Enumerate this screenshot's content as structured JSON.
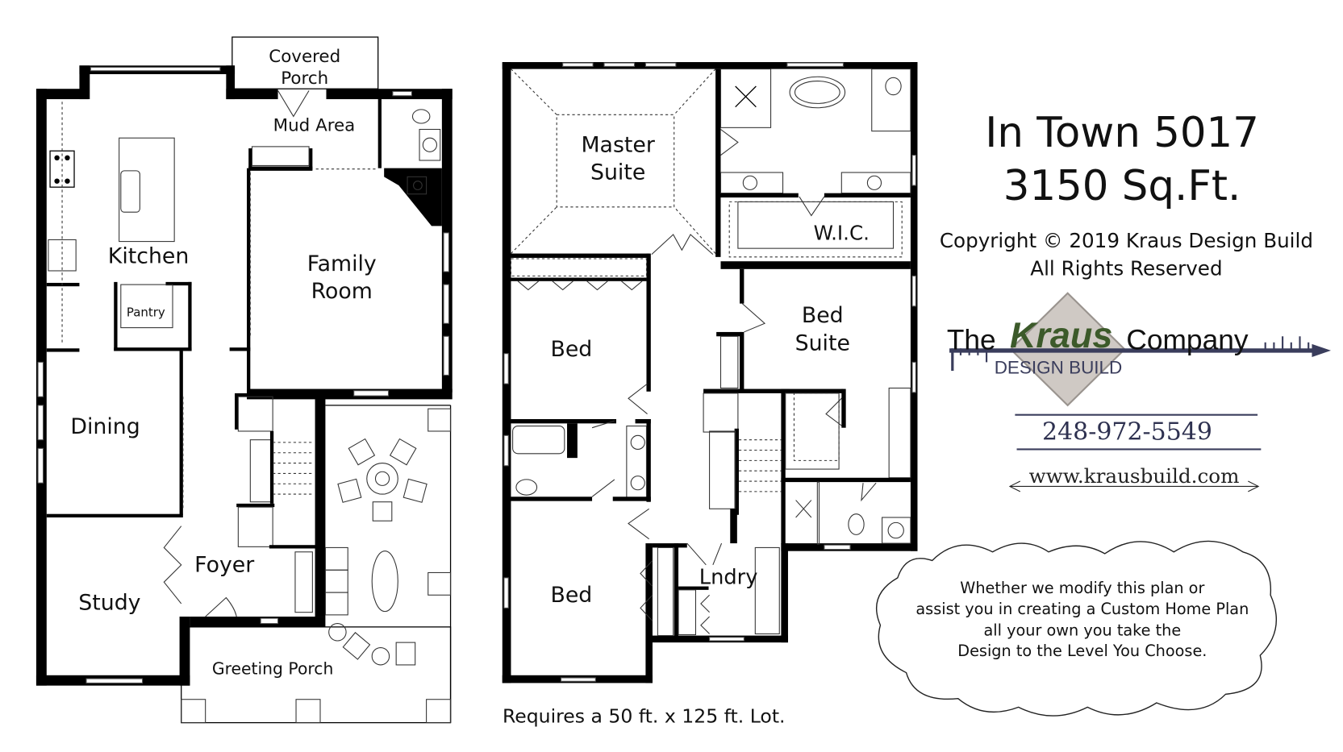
{
  "header": {
    "plan_name": "In Town 5017",
    "square_footage": "3150 Sq.Ft.",
    "copyright": "Copyright © 2019 Kraus Design Build",
    "rights": "All Rights Reserved"
  },
  "logo": {
    "the": "The",
    "kraus": "Kraus",
    "company": "Company",
    "design_build": "DESIGN BUILD",
    "colors": {
      "kraus_green": "#3c5a2a",
      "line_navy": "#3a3d5c",
      "diamond": "#cfc9c4"
    }
  },
  "contact": {
    "phone": "248-972-5549",
    "website": "www.krausbuild.com"
  },
  "callout": {
    "lines": [
      "Whether we modify this plan or",
      "assist you in creating a Custom Home Plan",
      "all your own you take the",
      "Design to the Level You Choose."
    ]
  },
  "lot_requirement": "Requires a 50 ft. x 125 ft. Lot.",
  "first_floor": {
    "rooms": {
      "covered_porch_1": "Covered",
      "covered_porch_2": "Porch",
      "mud_area": "Mud Area",
      "kitchen": "Kitchen",
      "pantry": "Pantry",
      "family_1": "Family",
      "family_2": "Room",
      "dining": "Dining",
      "study": "Study",
      "foyer": "Foyer",
      "greeting_porch": "Greeting Porch"
    }
  },
  "second_floor": {
    "rooms": {
      "master_1": "Master",
      "master_2": "Suite",
      "wic": "W.I.C.",
      "bed_upper": "Bed",
      "bed_suite_1": "Bed",
      "bed_suite_2": "Suite",
      "bed_lower": "Bed",
      "laundry": "Lndry"
    }
  }
}
